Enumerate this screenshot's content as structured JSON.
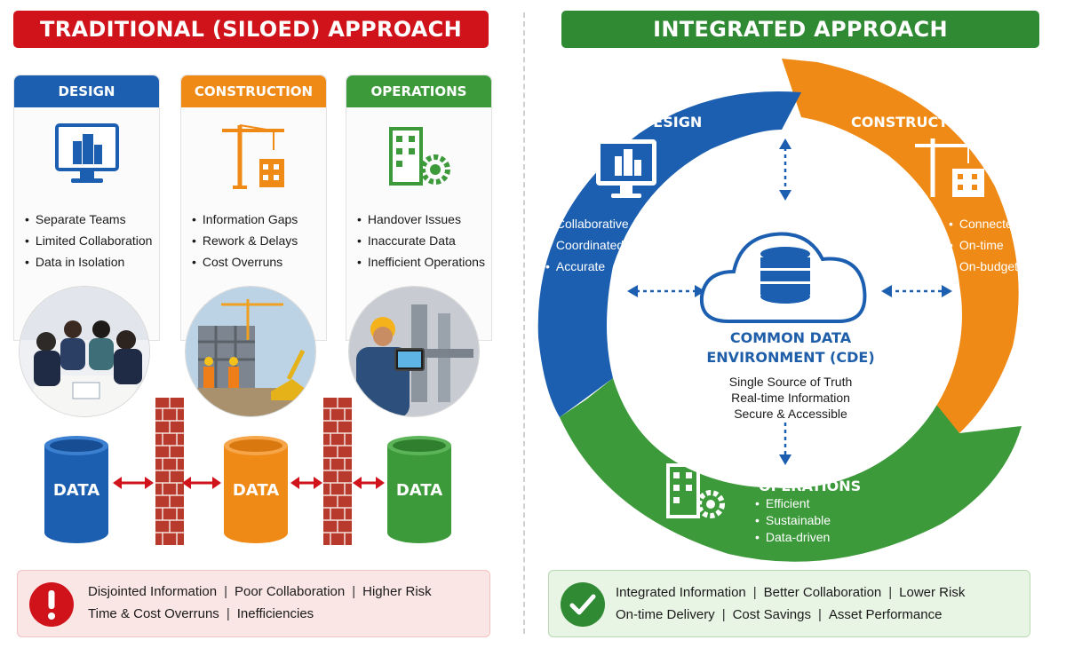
{
  "left": {
    "banner": "TRADITIONAL (SILOED) APPROACH",
    "columns": [
      {
        "title": "DESIGN",
        "color": "#1c5fb0",
        "items": [
          "Separate Teams",
          "Limited Collaboration",
          "Data in Isolation"
        ]
      },
      {
        "title": "CONSTRUCTION",
        "color": "#ef8a16",
        "items": [
          "Information Gaps",
          "Rework & Delays",
          "Cost Overruns"
        ]
      },
      {
        "title": "OPERATIONS",
        "color": "#3c9a3a",
        "items": [
          "Handover Issues",
          "Inaccurate Data",
          "Inefficient Operations"
        ]
      }
    ],
    "barrels": [
      {
        "label": "DATA",
        "color": "#1c5fb0"
      },
      {
        "label": "DATA",
        "color": "#ef8a16"
      },
      {
        "label": "DATA",
        "color": "#3c9a3a"
      }
    ],
    "summary": {
      "line1": [
        "Disjointed Information",
        "Poor Collaboration",
        "Higher Risk"
      ],
      "line2": [
        "Time & Cost Overruns",
        "Inefficiencies"
      ],
      "icon": "exclamation-icon"
    }
  },
  "right": {
    "banner": "INTEGRATED APPROACH",
    "segments": {
      "design": {
        "title": "DESIGN",
        "color": "#1c5fb0",
        "items": [
          "Collaborative",
          "Coordinated",
          "Accurate"
        ]
      },
      "construction": {
        "title": "CONSTRUCTION",
        "color": "#ef8a16",
        "items": [
          "Connected",
          "On-time",
          "On-budget"
        ]
      },
      "operations": {
        "title": "OPERATIONS",
        "color": "#3c9a3a",
        "items": [
          "Efficient",
          "Sustainable",
          "Data-driven"
        ]
      }
    },
    "cde": {
      "title_line1": "COMMON DATA",
      "title_line2": "ENVIRONMENT (CDE)",
      "lines": [
        "Single Source of Truth",
        "Real-time Information",
        "Secure & Accessible"
      ]
    },
    "summary": {
      "line1": [
        "Integrated Information",
        "Better Collaboration",
        "Lower Risk"
      ],
      "line2": [
        "On-time Delivery",
        "Cost Savings",
        "Asset Performance"
      ],
      "icon": "checkmark-icon"
    }
  }
}
